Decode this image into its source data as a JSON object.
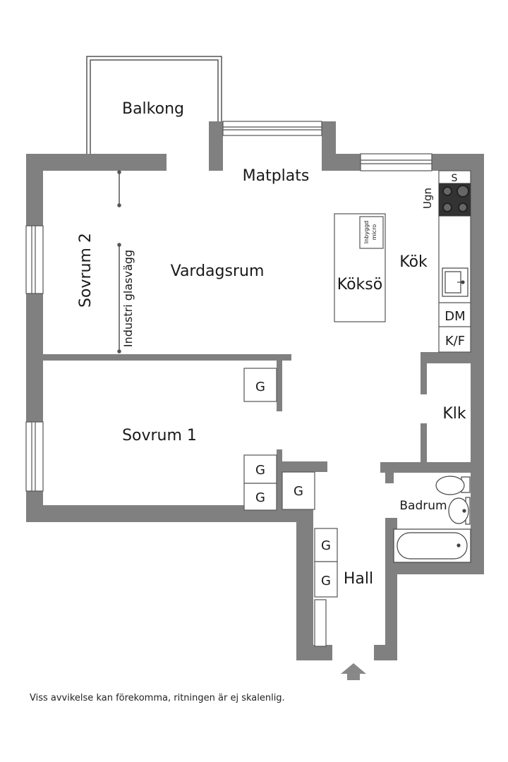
{
  "rooms": {
    "balkong": "Balkong",
    "matplats": "Matplats",
    "sovrum2": "Sovrum 2",
    "vardagsrum": "Vardagsrum",
    "kok": "Kök",
    "koksö": "Köksö",
    "sovrum1": "Sovrum 1",
    "klk": "Klk",
    "badrum": "Badrum",
    "hall": "Hall"
  },
  "labels": {
    "industri_glasvagg": "Industri glasvägg",
    "inbyggd": "Inbyggd",
    "micro": "micro",
    "ugn": "Ugn",
    "s": "S",
    "dm": "DM",
    "kf": "K/F",
    "g": "G"
  },
  "footer_note": "Viss avvikelse kan förekomma, ritningen är ej skalenlig.",
  "colors": {
    "wall": "#808080",
    "line": "#555555",
    "fixture_stroke": "#444444"
  }
}
